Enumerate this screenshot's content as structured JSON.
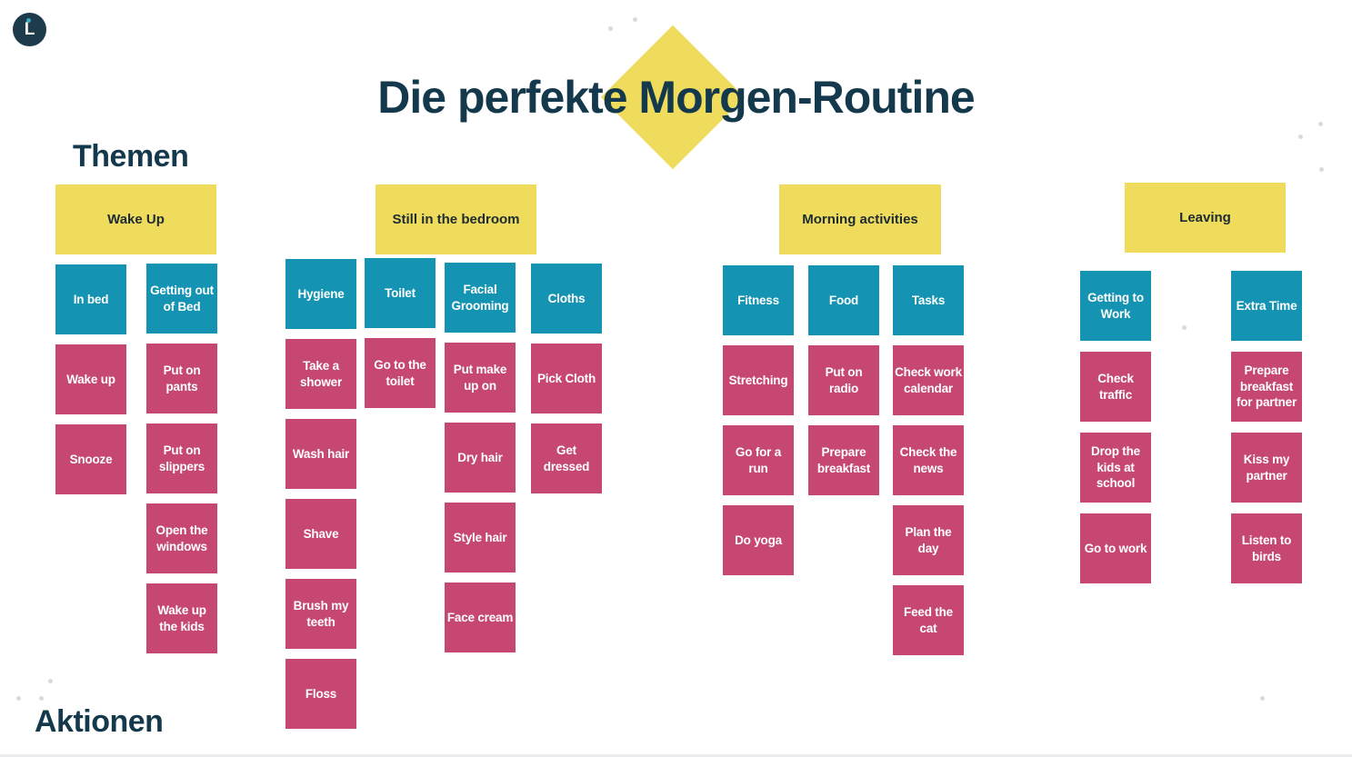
{
  "logo": {
    "letter": "L"
  },
  "title": "Die perfekte Morgen-Routine",
  "labels": {
    "themen": "Themen",
    "aktionen": "Aktionen"
  },
  "colors": {
    "header_yellow": "#F0DC5C",
    "category_teal": "#1494B2",
    "action_pink": "#C64771",
    "title_navy": "#14394C",
    "header_text": "#1d2b33",
    "card_text": "#ffffff"
  },
  "groups": [
    {
      "id": "wake-up",
      "header": "Wake Up",
      "columns": [
        {
          "category": "In bed",
          "actions": [
            "Wake up",
            "Snooze"
          ]
        },
        {
          "category": "Getting out of Bed",
          "actions": [
            "Put on pants",
            "Put on slippers",
            "Open the windows",
            "Wake up the kids"
          ]
        }
      ]
    },
    {
      "id": "still-in-the-bedroom",
      "header": "Still in the bedroom",
      "columns": [
        {
          "category": "Hygiene",
          "actions": [
            "Take a shower",
            "Wash hair",
            "Shave",
            "Brush my teeth",
            "Floss"
          ]
        },
        {
          "category": "Toilet",
          "actions": [
            "Go to the toilet"
          ]
        },
        {
          "category": "Facial Grooming",
          "actions": [
            "Put make up on",
            "Dry hair",
            "Style hair",
            "Face cream"
          ]
        },
        {
          "category": "Cloths",
          "actions": [
            "Pick Cloth",
            "Get dressed"
          ]
        }
      ]
    },
    {
      "id": "morning-activities",
      "header": "Morning activities",
      "columns": [
        {
          "category": "Fitness",
          "actions": [
            "Stretching",
            "Go for a run",
            "Do yoga"
          ]
        },
        {
          "category": "Food",
          "actions": [
            "Put on radio",
            "Prepare breakfast"
          ]
        },
        {
          "category": "Tasks",
          "actions": [
            "Check work calendar",
            "Check the news",
            "Plan the day",
            "Feed the cat"
          ]
        }
      ]
    },
    {
      "id": "leaving",
      "header": "Leaving",
      "columns": [
        {
          "category": "Getting to Work",
          "actions": [
            "Check traffic",
            "Drop the kids at school",
            "Go to work"
          ]
        },
        {
          "category": "Extra Time",
          "actions": [
            "Prepare breakfast for partner",
            "Kiss my partner",
            "Listen to birds"
          ]
        }
      ]
    }
  ]
}
